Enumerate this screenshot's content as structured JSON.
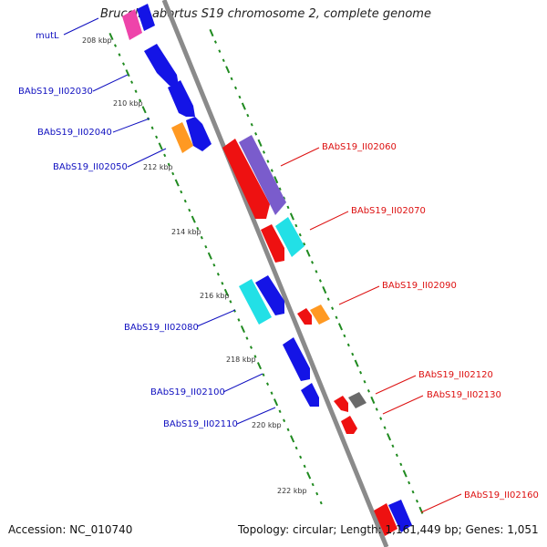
{
  "title": "Brucella abortus S19 chromosome 2, complete genome",
  "footer": {
    "accession": "Accession: NC_010740",
    "topology": "Topology: circular; Length: 1,161,449 bp; Genes: 1,051"
  },
  "colors": {
    "backbone": "#808080",
    "tick": "#1f8a1f",
    "left_label": "#1010c0",
    "right_label": "#dd1010",
    "blue_gene": "#1414e6",
    "red_gene": "#ee1111",
    "cyan_gene": "#22e0e6",
    "orange_gene": "#ff9922",
    "purple_gene": "#7a5ccc",
    "gray_gene": "#6a6a6a",
    "pink_gene": "#ee44aa"
  },
  "kbp_labels": [
    "208 kbp",
    "210 kbp",
    "212 kbp",
    "214 kbp",
    "216 kbp",
    "218 kbp",
    "220 kbp",
    "222 kbp"
  ],
  "gene_labels_left": [
    "mutL",
    "BAbS19_II02030",
    "BAbS19_II02040",
    "BAbS19_II02050",
    "BAbS19_II02080",
    "BAbS19_II02100",
    "BAbS19_II02110"
  ],
  "gene_labels_right": [
    "BAbS19_II02060",
    "BAbS19_II02070",
    "BAbS19_II02090",
    "BAbS19_II02120",
    "BAbS19_II02130",
    "BAbS19_II02160"
  ]
}
